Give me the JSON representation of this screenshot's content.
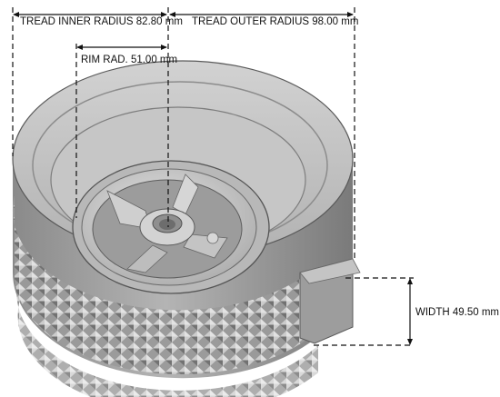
{
  "labels": {
    "tread_inner_radius": "TREAD INNER RADIUS  82.80 mm",
    "tread_outer_radius": "TREAD OUTER RADIUS  98.00 mm",
    "rim_radius": "RIM RAD. 51.00 mm",
    "width": "WIDTH  49.50 mm"
  },
  "colors": {
    "background": "#ffffff",
    "tire_light": "#c9c9c9",
    "tire_mid": "#a8a8a8",
    "tire_dark": "#6e6e6e",
    "rim_light": "#d8d8d8",
    "dimension_line": "#111111"
  }
}
